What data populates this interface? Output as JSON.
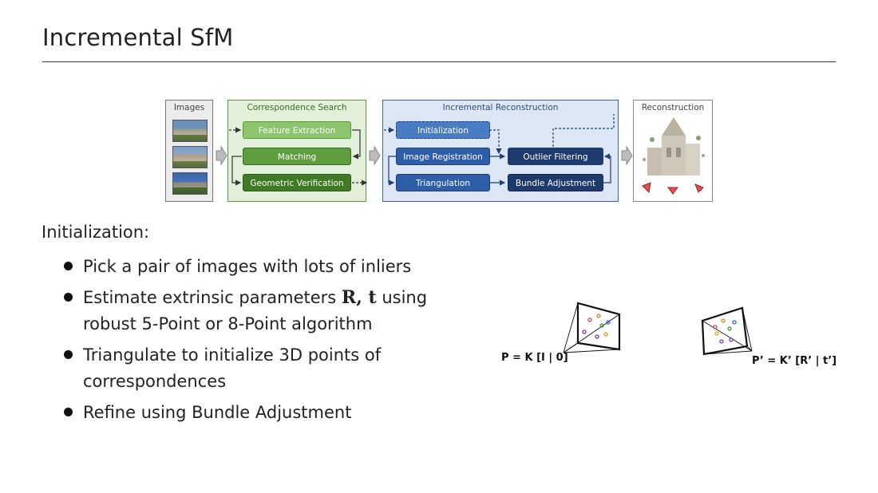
{
  "slide": {
    "title": "Incremental SfM"
  },
  "pipeline": {
    "images_title": "Images",
    "correspondence_title": "Correspondence Search",
    "feature_extraction": "Feature Extraction",
    "matching": "Matching",
    "geometric_verification": "Geometric Verification",
    "incremental_title": "Incremental Reconstruction",
    "initialization": "Initialization",
    "image_registration": "Image Registration",
    "outlier_filtering": "Outlier Filtering",
    "triangulation": "Triangulation",
    "bundle_adjustment": "Bundle Adjustment",
    "reconstruction_title": "Reconstruction"
  },
  "body": {
    "intro": "Initialization:",
    "bullets": {
      "b1": "Pick a pair of images with lots of inliers",
      "b2_before": "Estimate extrinsic parameters ",
      "b2_math": "R, t",
      "b2_after": " using robust 5-Point or 8-Point algorithm",
      "b3": "Triangulate to initialize 3D points of correspondences",
      "b4": "Refine using Bundle Adjustment"
    }
  },
  "figure": {
    "left_camera_label": "P = K [I | 0]",
    "right_camera_label": "P’ = K’ [R’ | t’]"
  }
}
